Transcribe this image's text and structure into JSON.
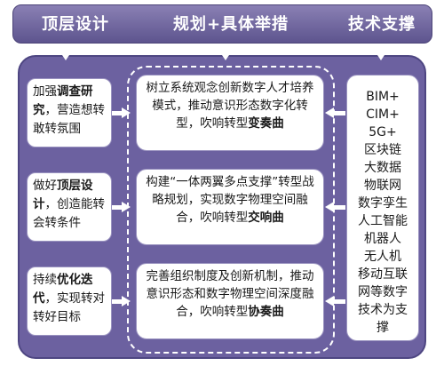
{
  "header": {
    "left": "顶层设计",
    "center": "规划+具体举措",
    "right": "技术支撑"
  },
  "left_boxes": [
    {
      "pre": "加强",
      "bold": "调查研究",
      "post": "，营造想转敢转氛围"
    },
    {
      "pre": "做好",
      "bold": "顶层设计",
      "post": "，创造能转会转条件"
    },
    {
      "pre": "持续",
      "bold": "优化迭代",
      "post": "，实现转对转好目标"
    }
  ],
  "middle_boxes": [
    {
      "text": "树立系统观念创新数字人才培养模式，推动意识形态数字化转型，吹响转型",
      "em": "变奏曲"
    },
    {
      "text": "构建“一体两翼多点支撑”转型战略规划，实现数字物理空间融合，吹响转型",
      "em": "交响曲"
    },
    {
      "text": "完善组织制度及创新机制，推动意识形态和数字物理空间深度融合，吹响转型",
      "em": "协奏曲"
    }
  ],
  "tech": {
    "lines": [
      "BIM+",
      "CIM+",
      "5G+",
      "区块链",
      "大数据",
      "物联网",
      "数字孪生",
      "人工智能",
      "机器人",
      "无人机",
      "移动互联",
      "网等数字",
      "技术为支",
      "撑"
    ]
  }
}
